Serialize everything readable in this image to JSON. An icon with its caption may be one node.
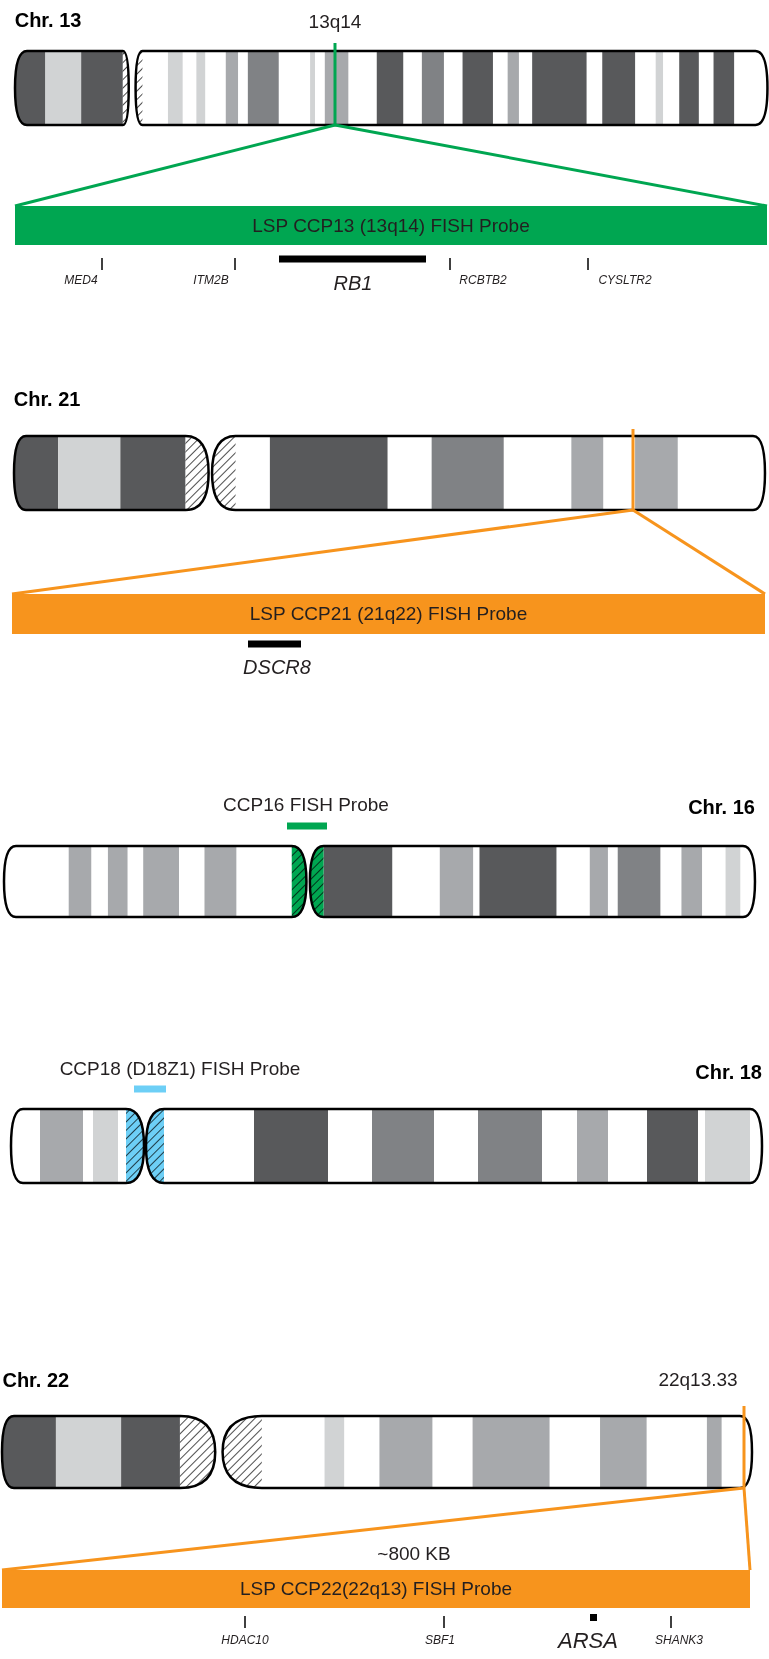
{
  "diagram": {
    "nodes": [
      {
        "text": [
          "Chr. 13"
        ]
      },
      {
        "text": [
          "LSP CCP13 (13q14) FISH Probe"
        ]
      },
      {
        "text": [
          "Chr. 21"
        ]
      },
      {
        "text": [
          "LSP CCP21 (21q22) FISH Probe"
        ]
      },
      {
        "text": [
          "Chr. 16"
        ]
      },
      {
        "text": [
          "Chr. 18"
        ]
      },
      {
        "text": [
          "Chr. 22"
        ]
      },
      {
        "text": [
          "LSP CCP22(22q13) FISH Probe"
        ]
      }
    ],
    "edges": [
      {
        "from": 0,
        "to": 1,
        "arrow": "none",
        "color": "#00a651"
      },
      {
        "from": 0,
        "to": 1,
        "arrow": "none",
        "color": "#00a651"
      },
      {
        "from": 2,
        "to": 3,
        "arrow": "none",
        "color": "#f7941d"
      },
      {
        "from": 2,
        "to": 3,
        "arrow": "none",
        "color": "#f7941d"
      },
      {
        "from": 6,
        "to": 7,
        "arrow": "none",
        "color": "#f7941d"
      },
      {
        "from": 6,
        "to": 7,
        "arrow": "none",
        "color": "#f7941d"
      }
    ],
    "labels": [
      "13q14",
      "MED4",
      "ITM2B",
      "RB1",
      "RCBTB2",
      "CYSLTR2",
      "DSCR8",
      "CCP16 FISH Probe",
      "CCP18 (D18Z1) FISH Probe",
      "22q13.33",
      "~800 KB",
      "HDAC10",
      "SBF1",
      "ARSA",
      "SHANK3"
    ]
  }
}
